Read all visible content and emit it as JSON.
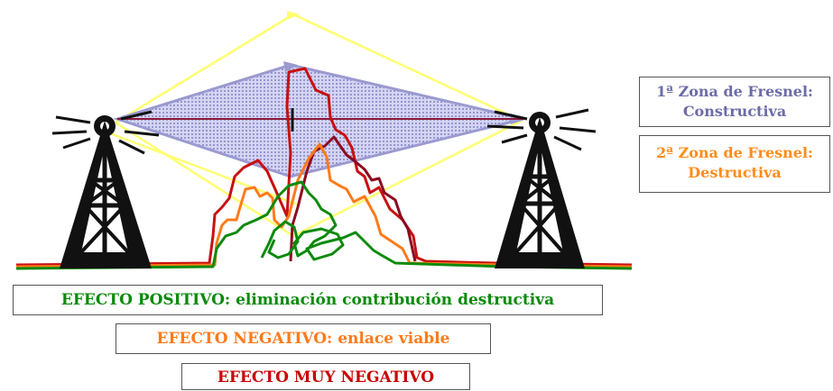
{
  "colors": {
    "constructive": "#6c6ca8",
    "destructive": "#ff8c1a",
    "positive": "#0a8a0a",
    "negative": "#ff7a1a",
    "very_negative": "#c80000",
    "beam": "#ffff6a",
    "fresnel_fill": "#b8b8e8"
  },
  "legend": {
    "zone1_line1": "1ª Zona de Fresnel:",
    "zone1_line2": "Constructiva",
    "zone2_line1": "2ª Zona de Fresnel:",
    "zone2_line2": "Destructiva"
  },
  "effects": {
    "positive": "EFECTO POSITIVO: eliminación contribución destructiva",
    "negative": "EFECTO NEGATIVO: enlace viable",
    "very_negative": "EFECTO MUY NEGATIVO"
  },
  "icons": [
    "radio-tower-icon",
    "radio-tower-icon"
  ]
}
